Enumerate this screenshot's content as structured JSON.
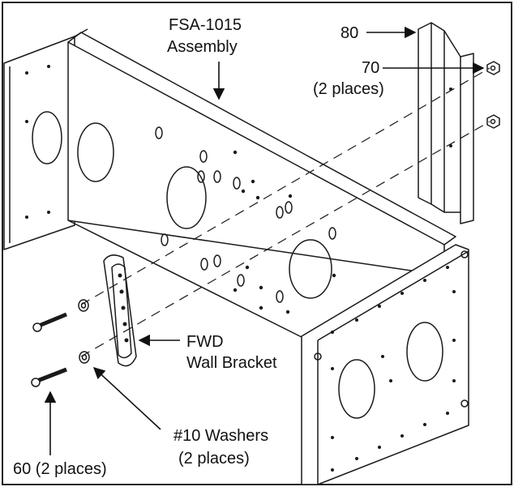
{
  "labels": {
    "assembly_line1": "FSA-1015",
    "assembly_line2": "Assembly",
    "part_80": "80",
    "part_70": "70",
    "part_70_qty": "(2 places)",
    "fwd_line1": "FWD",
    "fwd_line2": "Wall Bracket",
    "washers_line1": "#10 Washers",
    "washers_line2": "(2 places)",
    "part_60": "60 (2 places)"
  },
  "colors": {
    "line": "#1a1a1a",
    "paper": "#ffffff"
  }
}
